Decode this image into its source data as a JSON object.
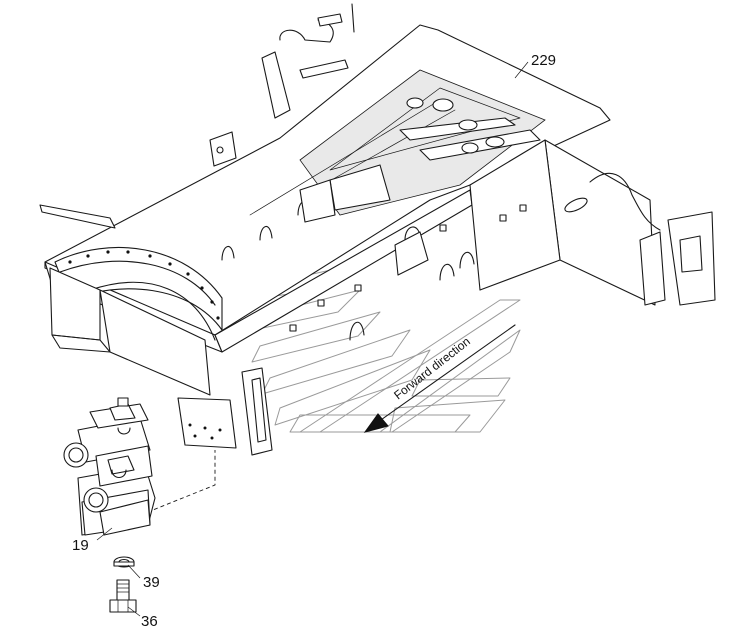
{
  "diagram": {
    "callouts": {
      "frame": "229",
      "valve": "19",
      "washer": "39",
      "bolt": "36"
    },
    "direction_label": "Forward direction"
  }
}
